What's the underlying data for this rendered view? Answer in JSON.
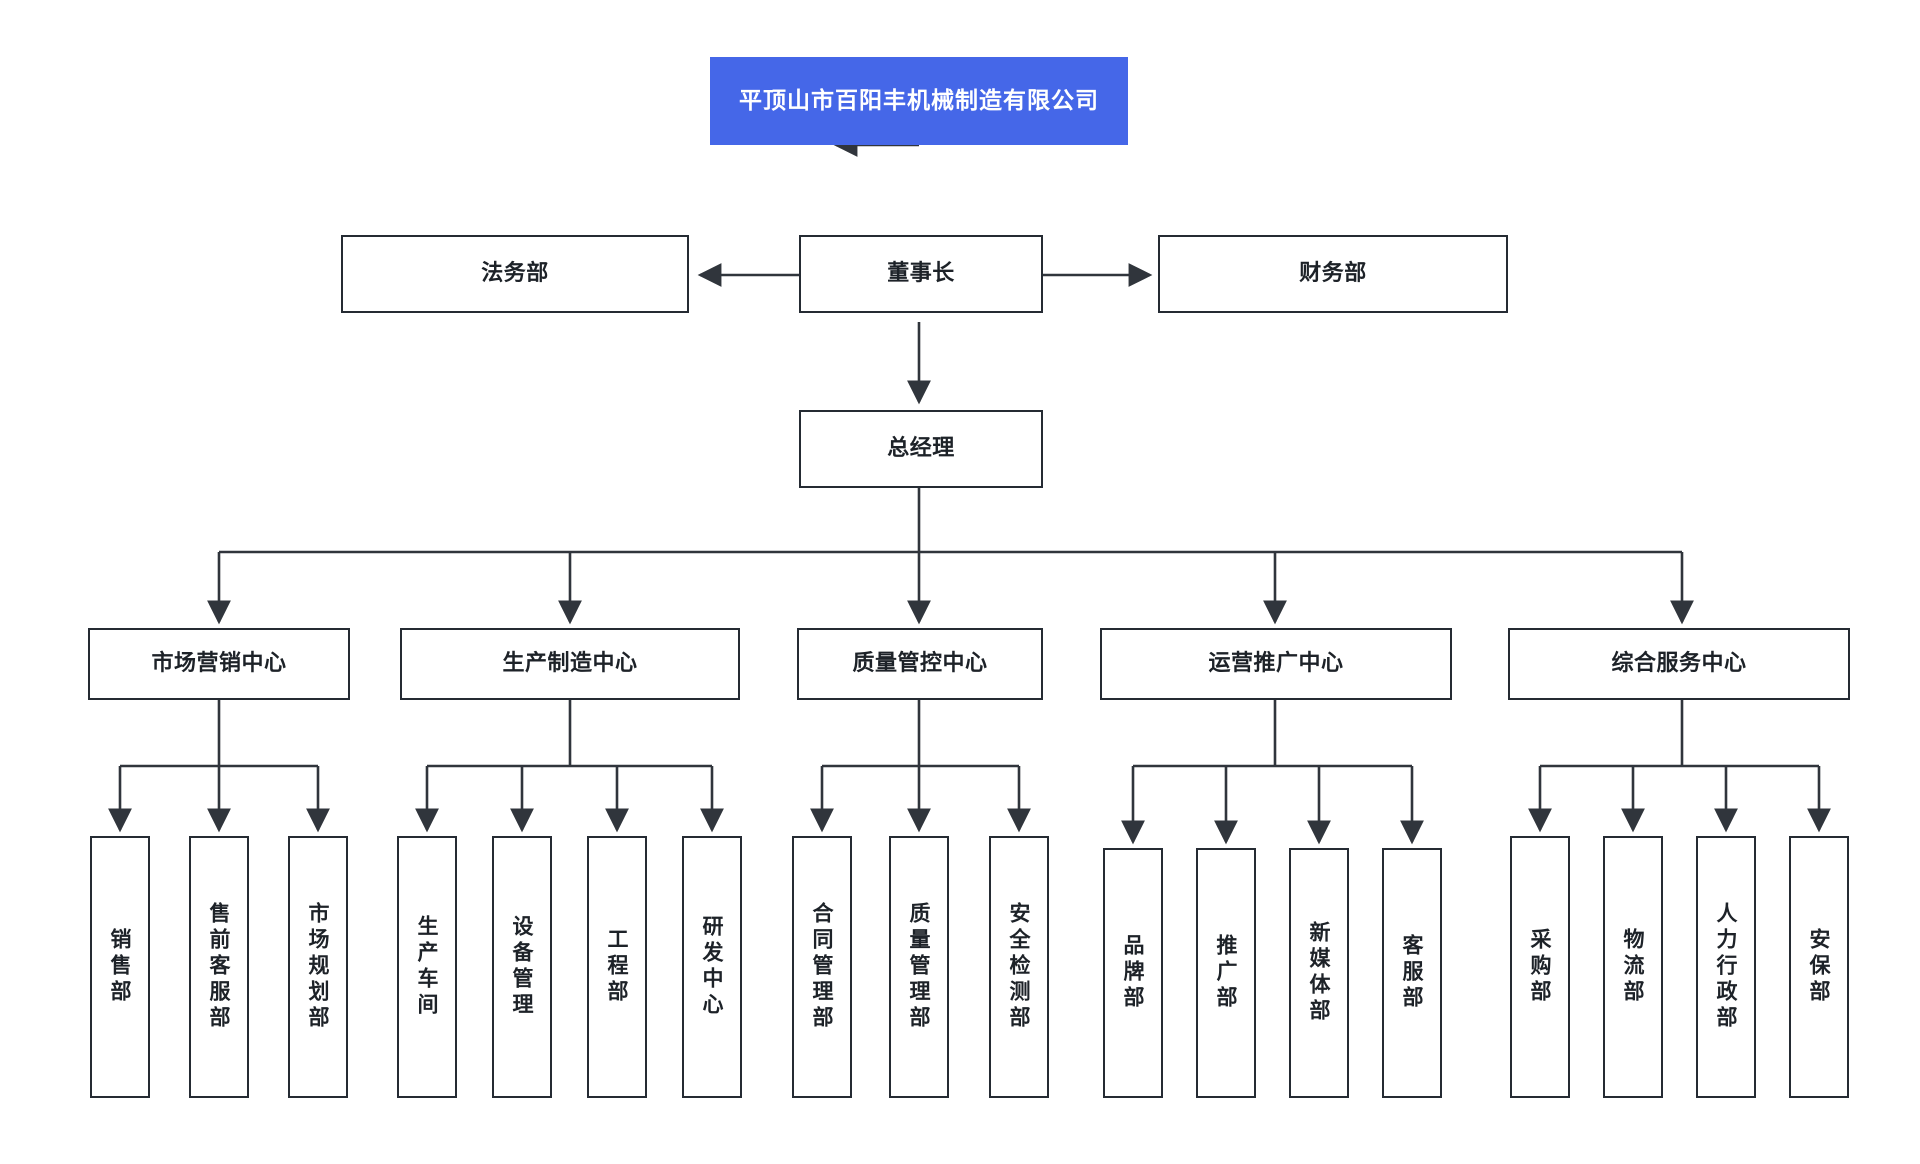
{
  "diagram": {
    "title": "平顶山市百阳丰机械制造有限公司",
    "type": "organization-chart",
    "colors": {
      "root_fill": "#4567e8",
      "root_text": "#ffffff",
      "node_fill": "#ffffff",
      "node_border": "#252b33",
      "node_text": "#1d2228",
      "edge": "#3a3f46",
      "background": "#ffffff"
    }
  },
  "nodes": {
    "root": {
      "label": "平顶山市百阳丰机械制造有限公司"
    },
    "chairman": {
      "label": "董事长"
    },
    "legal": {
      "label": "法务部"
    },
    "finance": {
      "label": "财务部"
    },
    "general_manager": {
      "label": "总经理"
    },
    "centers": [
      {
        "label": "市场营销中心"
      },
      {
        "label": "生产制造中心"
      },
      {
        "label": "质量管控中心"
      },
      {
        "label": "运营推广中心"
      },
      {
        "label": "综合服务中心"
      }
    ],
    "departments": [
      {
        "label": "销售部"
      },
      {
        "label": "售前客服部"
      },
      {
        "label": "市场规划部"
      },
      {
        "label": "生产车间"
      },
      {
        "label": "设备管理"
      },
      {
        "label": "工程部"
      },
      {
        "label": "研发中心"
      },
      {
        "label": "合同管理部"
      },
      {
        "label": "质量管理部"
      },
      {
        "label": "安全检测部"
      },
      {
        "label": "品牌部"
      },
      {
        "label": "推广部"
      },
      {
        "label": "新媒体部"
      },
      {
        "label": "客服部"
      },
      {
        "label": "采购部"
      },
      {
        "label": "物流部"
      },
      {
        "label": "人力行政部"
      },
      {
        "label": "安保部"
      }
    ]
  },
  "hierarchy": {
    "root_children": [
      "chairman"
    ],
    "chairman_children": [
      "legal",
      "finance",
      "general_manager"
    ],
    "general_manager_children": [
      "市场营销中心",
      "生产制造中心",
      "质量管控中心",
      "运营推广中心",
      "综合服务中心"
    ],
    "市场营销中心": [
      "销售部",
      "售前客服部",
      "市场规划部"
    ],
    "生产制造中心": [
      "生产车间",
      "设备管理",
      "工程部",
      "研发中心"
    ],
    "质量管控中心": [
      "合同管理部",
      "质量管理部",
      "安全检测部"
    ],
    "运营推广中心": [
      "品牌部",
      "推广部",
      "新媒体部",
      "客服部"
    ],
    "综合服务中心": [
      "采购部",
      "物流部",
      "人力行政部",
      "安保部"
    ]
  }
}
